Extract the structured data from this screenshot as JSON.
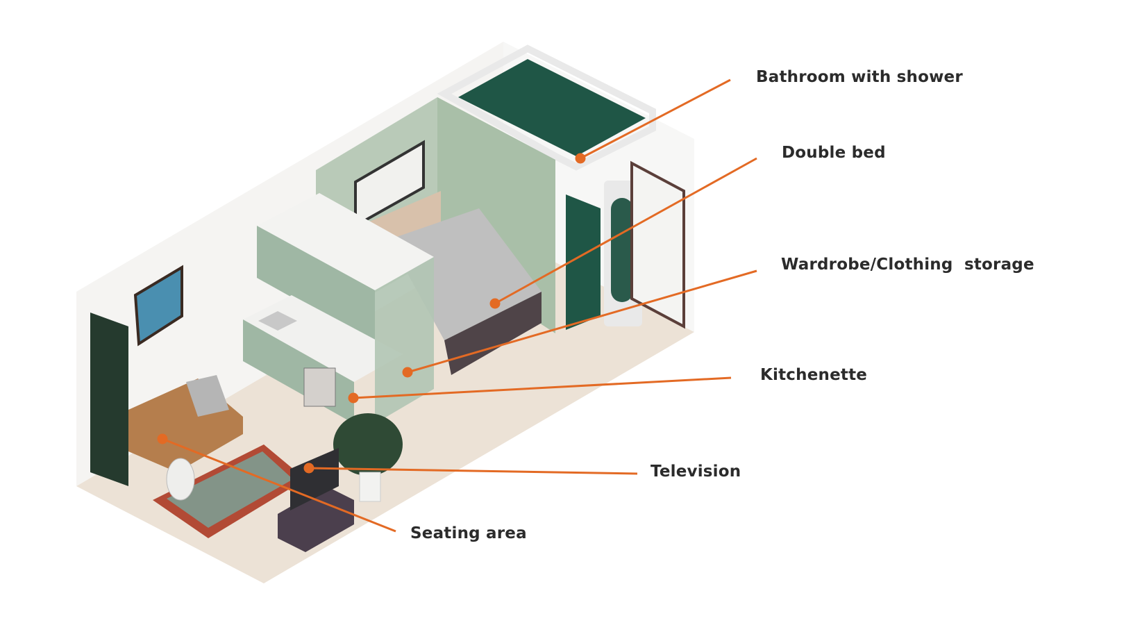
{
  "title": "Studio apartment isometric layout",
  "accent_color": "#e36a24",
  "text_color": "#2b2b2b",
  "labels": {
    "bathroom": "Bathroom with shower",
    "bed": "Double bed",
    "wardrobe": "Wardrobe/Clothing  storage",
    "kitchenette": "Kitchenette",
    "television": "Television",
    "seating": "Seating area"
  }
}
